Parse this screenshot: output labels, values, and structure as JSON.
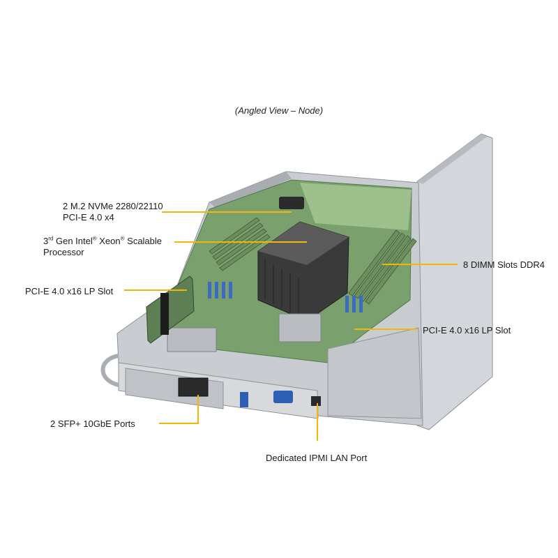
{
  "figure": {
    "caption": "(Angled View – Node)"
  },
  "callouts": {
    "m2": {
      "line1": "2 M.2 NVMe 2280/22110",
      "line2": "PCI-E 4.0 x4"
    },
    "cpu": {
      "prefix": "3",
      "sup1": "rd",
      "mid1": " Gen Intel",
      "sup2": "®",
      "mid2": "  Xeon",
      "sup3": "®",
      "tail": " Scalable",
      "line2": "Processor"
    },
    "pcie_left": {
      "text": "PCI-E 4.0 x16 LP Slot"
    },
    "dimm": {
      "text": "8 DIMM Slots DDR4"
    },
    "pcie_right": {
      "text": "PCI-E 4.0 x16 LP Slot"
    },
    "sfp": {
      "text": "2 SFP+ 10GbE Ports"
    },
    "ipmi": {
      "text": "Dedicated IPMI  LAN Port"
    }
  },
  "colors": {
    "leader_line": "#f2b705",
    "chassis": "#c9ccd0",
    "chassis_dark": "#8e9296",
    "pcb": "#7aa06e",
    "pcb_dark": "#4f7a4a",
    "heatsink": "#3a3a3a",
    "dimm": "#6d8f5f"
  }
}
